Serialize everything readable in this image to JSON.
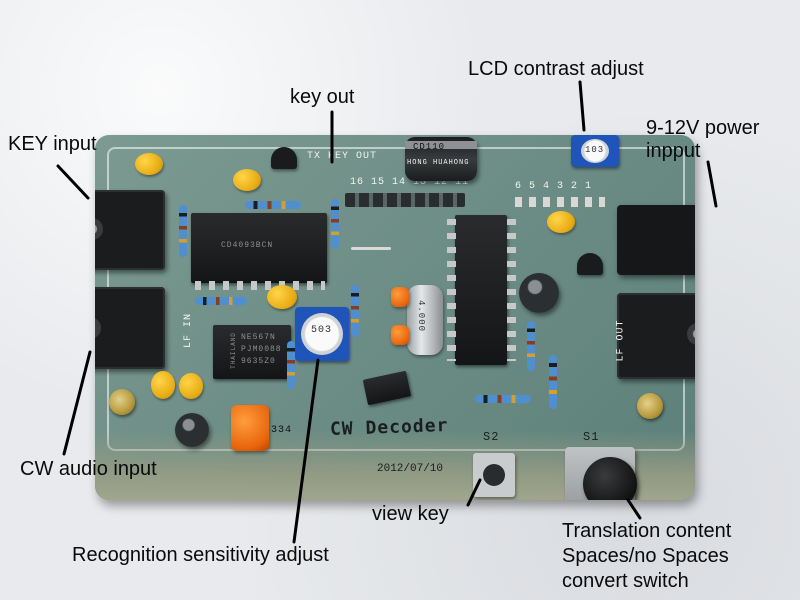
{
  "labels": {
    "key_input": "KEY input",
    "key_out": "key out",
    "lcd_contrast": "LCD contrast adjust",
    "power_line1": "9-12V power",
    "power_line2": "inpput",
    "cw_audio": "CW audio input",
    "view_key": "view key",
    "recognition": "Recognition sensitivity adjust",
    "translation_line1": "Translation content",
    "translation_line2": "Spaces/no Spaces",
    "translation_line3": "convert switch"
  },
  "board": {
    "title": "CW Decoder",
    "date": "2012/07/10",
    "s1": "S1",
    "s2": "S2",
    "tx_key_out": "TX KEY OUT",
    "lf_in": "LF IN",
    "lf_out": "LF OUT",
    "ic_main": "CD4093BCN",
    "ic_tone": "NE567N",
    "ic_tone_sub": "PJM0088",
    "ic_tone_code": "9635Z0",
    "ic_tone_maker": "THAILAND",
    "crystal": "4.000",
    "electrolytic": "CD110",
    "electrolytic_brand": "HONG HUAHONG",
    "trimmer_code": "503",
    "trimmer2_code": "103",
    "cap_code": "334",
    "header_numbers": "16 15 14 13 12 11",
    "header_numbers_right": "6 5 4 3 2 1"
  },
  "colors": {
    "pcb": "#6f8f88",
    "trimmer": "#1f55b8",
    "cap_yellow": "#e6a90f",
    "cap_orange": "#e8650d",
    "label_text": "#0a0a0a"
  }
}
